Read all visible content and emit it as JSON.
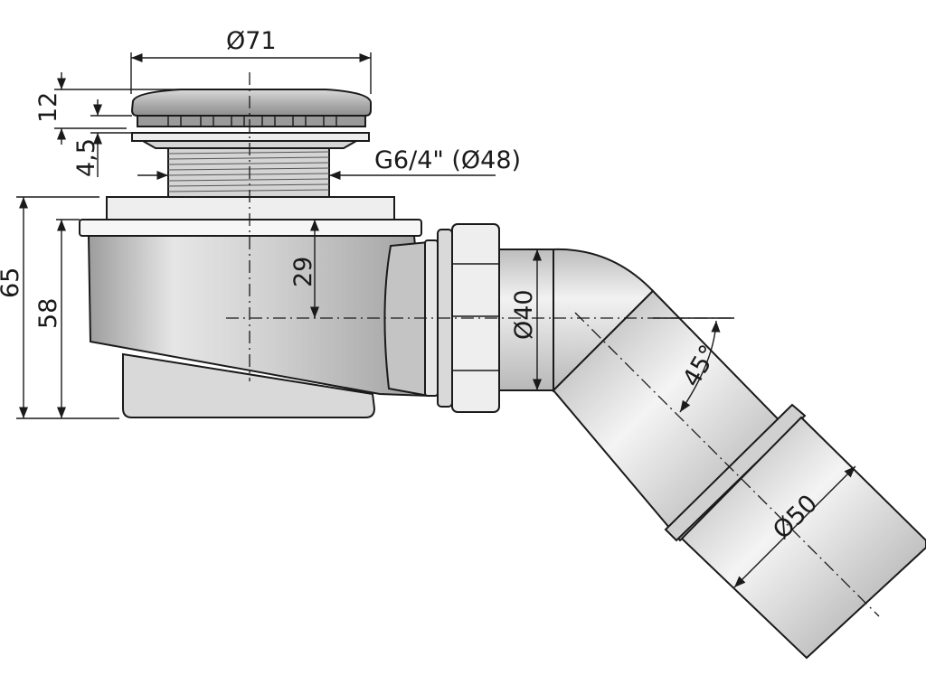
{
  "drawing": {
    "dimensions": {
      "cap_diameter": "Ø71",
      "cap_height": "12",
      "flange_thickness": "4,5",
      "thread": "G6/4\" (Ø48)",
      "total_height": "65",
      "body_height": "58",
      "outlet_axis_height": "29",
      "outlet_diameter": "Ø40",
      "bend_angle": "45°",
      "pipe_diameter": "Ø50"
    },
    "colors": {
      "line": "#1a1a1a",
      "metal_cap": "#b3b3b3",
      "body_fill": "#c9c9c9",
      "thread_fill": "#d4d4d4",
      "pipe_fill": "#dedede",
      "nut_fill": "#d0d0d0"
    }
  }
}
